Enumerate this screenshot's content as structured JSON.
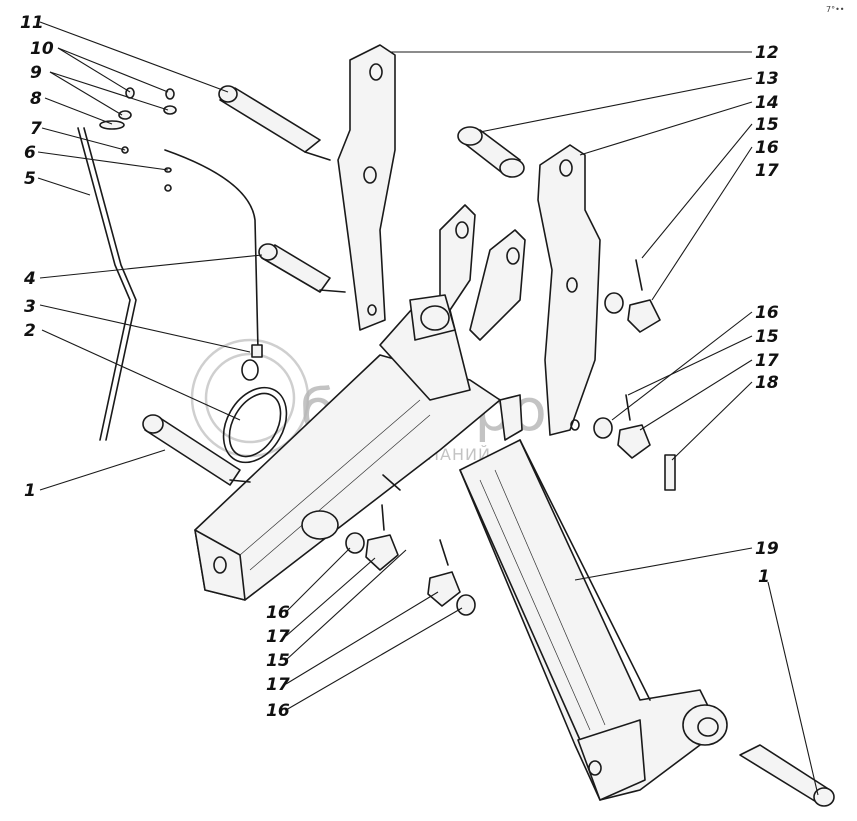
{
  "watermark": {
    "brand": "белагро",
    "tagline": "ГРУППА КОМПАНИЙ"
  },
  "corner_mark": "7°••",
  "labels": {
    "l1_left": "1",
    "l1_right": "1",
    "l2": "2",
    "l3": "3",
    "l4": "4",
    "l5": "5",
    "l6": "6",
    "l7": "7",
    "l8": "8",
    "l9": "9",
    "l10": "10",
    "l11": "11",
    "l12": "12",
    "l13": "13",
    "l14": "14",
    "l15_top": "15",
    "l16_top": "16",
    "l17_top": "17",
    "l16_mid": "16",
    "l15_mid": "15",
    "l17_mid": "17",
    "l18": "18",
    "l19": "19",
    "l16_bl": "16",
    "l17_bl": "17",
    "l15_bl": "15",
    "l17_bl2": "17",
    "l16_bl2": "16"
  }
}
